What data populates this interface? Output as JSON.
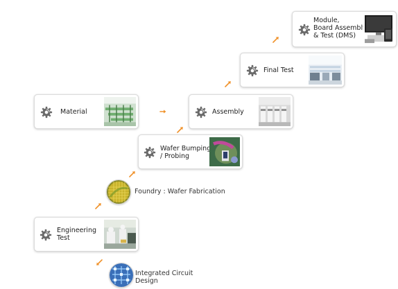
{
  "colors": {
    "arrow": "#f0922b",
    "gear": "#6b6b6b",
    "box_border": "#dcdcdc",
    "text": "#222222"
  },
  "steps": {
    "ic_design": {
      "label_line1": "Integrated Circuit",
      "label_line2": "Design"
    },
    "engineering_test": {
      "label_line1": "Engineering",
      "label_line2": "Test"
    },
    "foundry": {
      "label": "Foundry : Wafer Fabrication"
    },
    "wafer_bumping": {
      "label_line1": "Wafer Bumping",
      "label_line2": "/ Probing"
    },
    "material": {
      "label": "Material"
    },
    "assembly": {
      "label": "Assembly"
    },
    "final_test": {
      "label": "Final Test"
    },
    "dms": {
      "label_line1": "Module,",
      "label_line2": "Board Assembly",
      "label_line3": "& Test (DMS)"
    }
  }
}
